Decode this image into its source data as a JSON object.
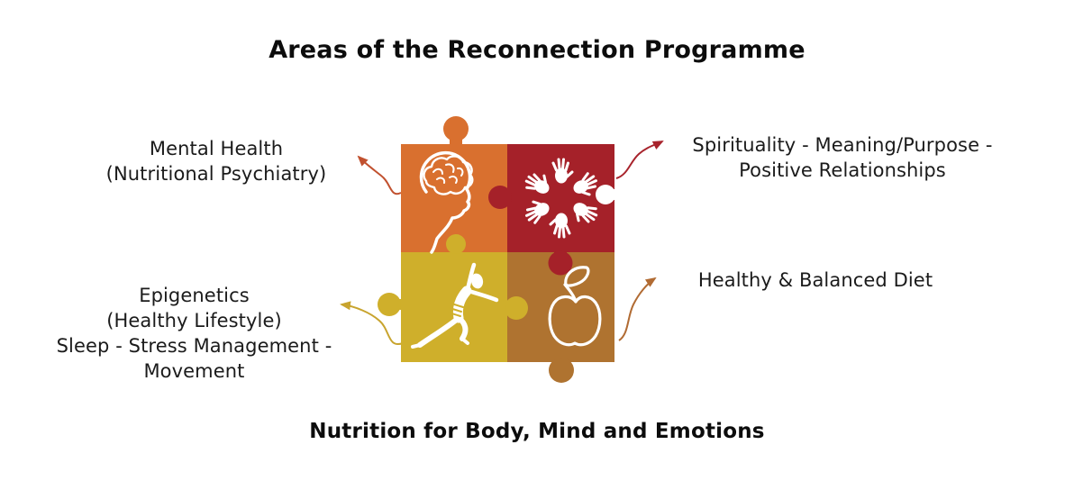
{
  "title": "Areas of the Reconnection Programme",
  "caption": "Nutrition for Body, Mind and Emotions",
  "labels": {
    "mental_health": {
      "line1": "Mental Health",
      "line2": "(Nutritional Psychiatry)"
    },
    "spirituality": {
      "line1": "Spirituality - Meaning/Purpose -",
      "line2": "Positive Relationships"
    },
    "epigenetics": {
      "line1": "Epigenetics",
      "line2": "(Healthy Lifestyle)",
      "line3": "Sleep - Stress Management -",
      "line4": "Movement"
    },
    "diet": {
      "line1": "Healthy & Balanced Diet"
    }
  },
  "puzzle": {
    "pieces": {
      "mental_health": {
        "color": "#D9702F",
        "icon": "brain-head-icon"
      },
      "spirituality": {
        "color": "#A52129",
        "icon": "hands-circle-icon"
      },
      "epigenetics": {
        "color": "#CFAF2B",
        "icon": "running-figure-icon"
      },
      "diet": {
        "color": "#AF7330",
        "icon": "apple-icon"
      }
    },
    "icon_color": "#FFFFFF"
  },
  "arrows": {
    "mental_health": {
      "color": "#C1512F"
    },
    "spirituality": {
      "color": "#A8232C"
    },
    "epigenetics": {
      "color": "#C8A42E"
    },
    "diet": {
      "color": "#B16B33"
    }
  },
  "colors": {
    "background": "#FFFFFF",
    "text": "#1B1B1B"
  }
}
